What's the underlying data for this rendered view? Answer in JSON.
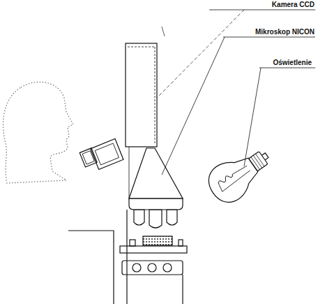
{
  "diagram": {
    "labels": [
      "Kamera CCD",
      "Mikroskop NICON",
      "Oświetlenie"
    ]
  }
}
